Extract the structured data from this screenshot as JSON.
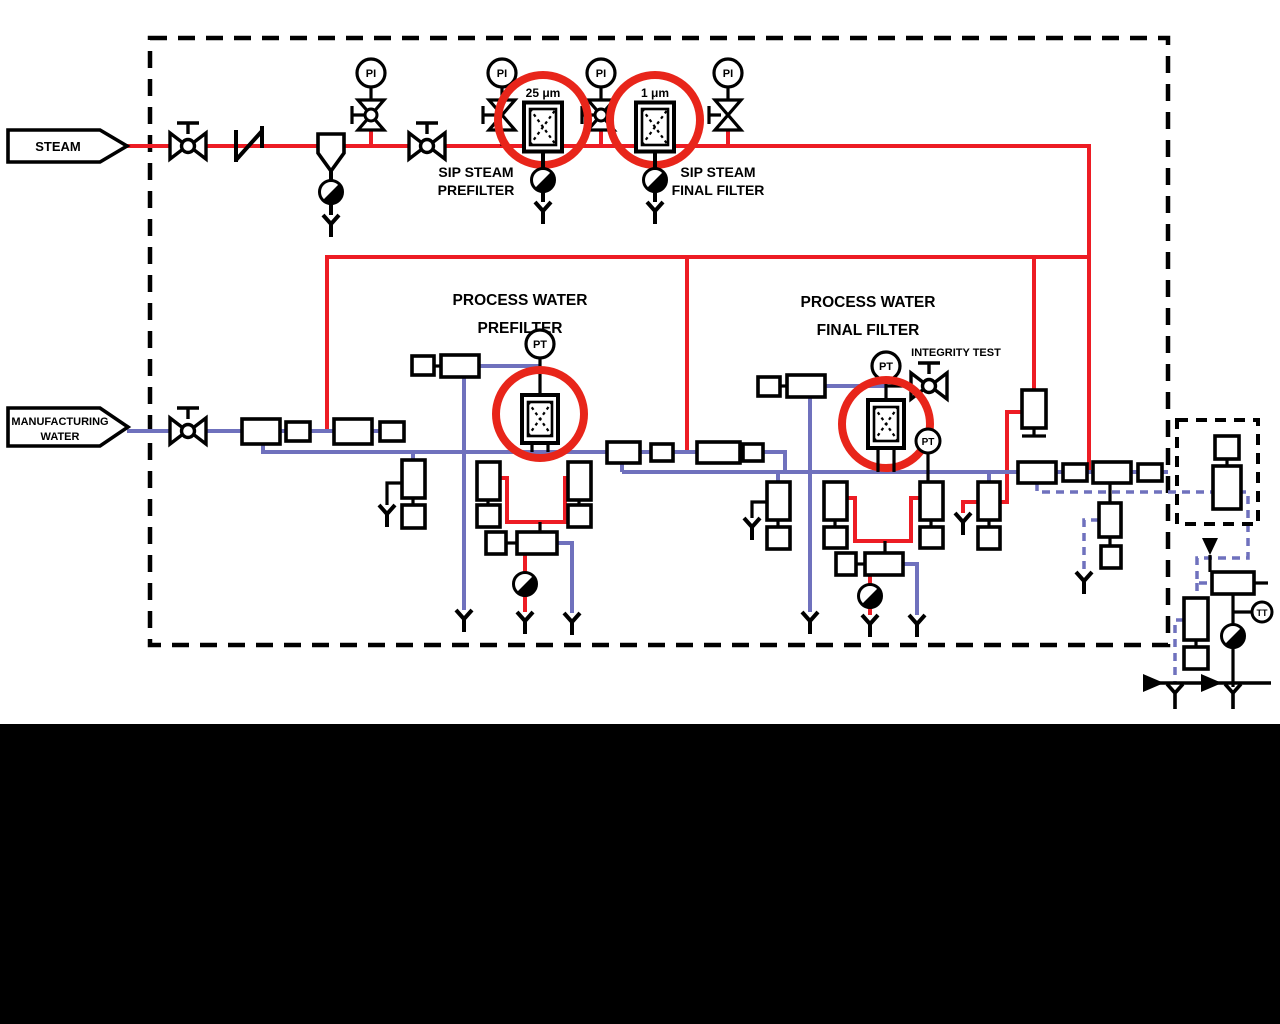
{
  "colors": {
    "steam": "#ed1c24",
    "water": "#6f71bd",
    "highlight": "#e8251a"
  },
  "sources": {
    "steam": "STEAM",
    "water_line1": "MANUFACTURING",
    "water_line2": "WATER"
  },
  "filters": {
    "sip_prefilter": {
      "line1": "SIP STEAM",
      "line2": "PREFILTER",
      "rating": "25 μm"
    },
    "sip_final": {
      "line1": "SIP STEAM",
      "line2": "FINAL FILTER",
      "rating": "1 μm"
    },
    "pw_prefilter": {
      "line1": "PROCESS WATER",
      "line2": "PREFILTER"
    },
    "pw_final": {
      "line1": "PROCESS WATER",
      "line2": "FINAL FILTER"
    }
  },
  "annotations": {
    "integrity_test": "INTEGRITY TEST"
  },
  "instruments": {
    "pressure_indicator": "PI",
    "pressure_transmitter": "PT",
    "temperature_transmitter": "TT"
  }
}
